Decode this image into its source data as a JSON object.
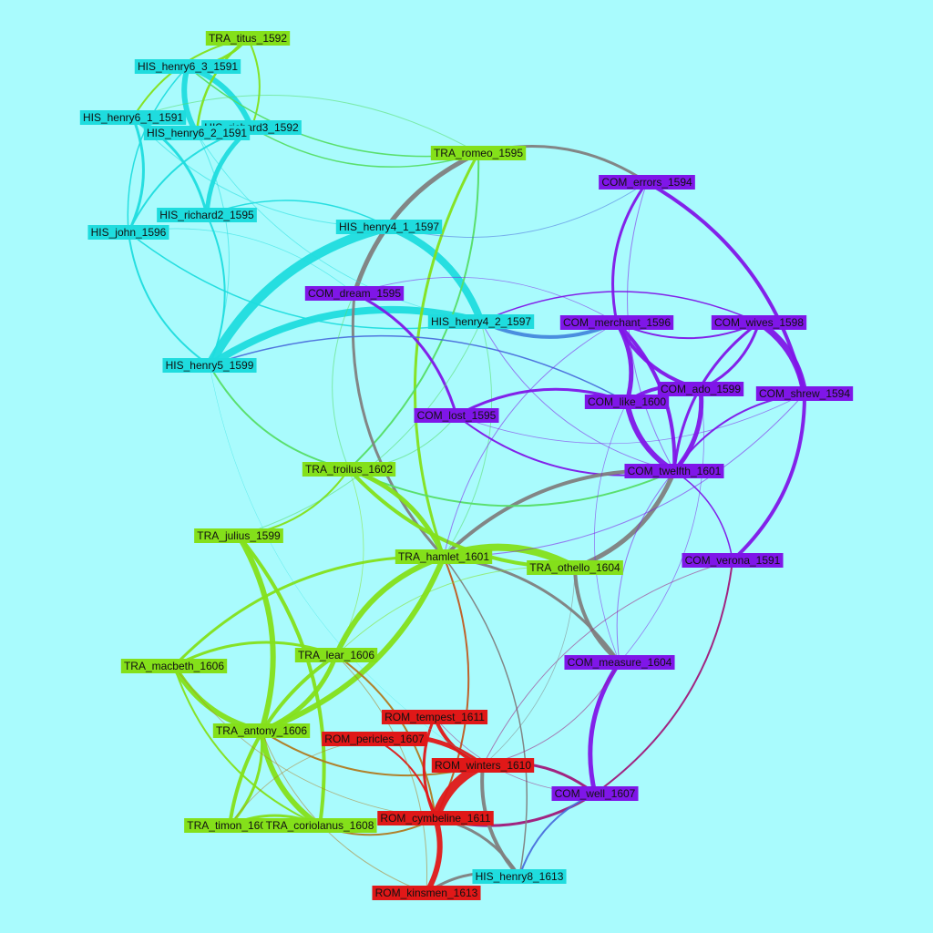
{
  "colors": {
    "background": "#a9fbfd",
    "HIS": "#1fdcde",
    "TRA": "#84e01a",
    "COM": "#7f16e8",
    "ROM": "#e01818",
    "gray": "#808080"
  },
  "nodes": [
    {
      "id": "TRA_titus_1592",
      "label": "TRA_titus_1592",
      "group": "TRA"
    },
    {
      "id": "HIS_henry6_3_1591",
      "label": "HIS_henry6_3_1591",
      "group": "HIS"
    },
    {
      "id": "HIS_henry6_1_1591",
      "label": "HIS_henry6_1_1591",
      "group": "HIS"
    },
    {
      "id": "HIS_richard3_1592",
      "label": "HIS_richard3_1592",
      "group": "HIS"
    },
    {
      "id": "HIS_henry6_2_1591",
      "label": "HIS_henry6_2_1591",
      "group": "HIS"
    },
    {
      "id": "TRA_romeo_1595",
      "label": "TRA_romeo_1595",
      "group": "TRA"
    },
    {
      "id": "COM_errors_1594",
      "label": "COM_errors_1594",
      "group": "COM"
    },
    {
      "id": "HIS_richard2_1595",
      "label": "HIS_richard2_1595",
      "group": "HIS"
    },
    {
      "id": "HIS_john_1596",
      "label": "HIS_john_1596",
      "group": "HIS"
    },
    {
      "id": "HIS_henry4_1_1597",
      "label": "HIS_henry4_1_1597",
      "group": "HIS"
    },
    {
      "id": "COM_dream_1595",
      "label": "COM_dream_1595",
      "group": "COM"
    },
    {
      "id": "HIS_henry4_2_1597",
      "label": "HIS_henry4_2_1597",
      "group": "HIS"
    },
    {
      "id": "COM_merchant_1596",
      "label": "COM_merchant_1596",
      "group": "COM"
    },
    {
      "id": "COM_wives_1598",
      "label": "COM_wives_1598",
      "group": "COM"
    },
    {
      "id": "HIS_henry5_1599",
      "label": "HIS_henry5_1599",
      "group": "HIS"
    },
    {
      "id": "COM_ado_1599",
      "label": "COM_ado_1599",
      "group": "COM"
    },
    {
      "id": "COM_shrew_1594",
      "label": "COM_shrew_1594",
      "group": "COM"
    },
    {
      "id": "COM_like_1600",
      "label": "COM_like_1600",
      "group": "COM"
    },
    {
      "id": "COM_lost_1595",
      "label": "COM_lost_1595",
      "group": "COM"
    },
    {
      "id": "COM_twelfth_1601",
      "label": "COM_twelfth_1601",
      "group": "COM"
    },
    {
      "id": "TRA_troilus_1602",
      "label": "TRA_troilus_1602",
      "group": "TRA"
    },
    {
      "id": "TRA_julius_1599",
      "label": "TRA_julius_1599",
      "group": "TRA"
    },
    {
      "id": "TRA_hamlet_1601",
      "label": "TRA_hamlet_1601",
      "group": "TRA"
    },
    {
      "id": "TRA_othello_1604",
      "label": "TRA_othello_1604",
      "group": "TRA"
    },
    {
      "id": "COM_verona_1591",
      "label": "COM_verona_1591",
      "group": "COM"
    },
    {
      "id": "TRA_lear_1606",
      "label": "TRA_lear_1606",
      "group": "TRA"
    },
    {
      "id": "COM_measure_1604",
      "label": "COM_measure_1604",
      "group": "COM"
    },
    {
      "id": "TRA_macbeth_1606",
      "label": "TRA_macbeth_1606",
      "group": "TRA"
    },
    {
      "id": "ROM_tempest_1611",
      "label": "ROM_tempest_1611",
      "group": "ROM"
    },
    {
      "id": "TRA_antony_1606",
      "label": "TRA_antony_1606",
      "group": "TRA"
    },
    {
      "id": "ROM_pericles_1607",
      "label": "ROM_pericles_1607",
      "group": "ROM"
    },
    {
      "id": "ROM_winters_1610",
      "label": "ROM_winters_1610",
      "group": "ROM"
    },
    {
      "id": "COM_well_1607",
      "label": "COM_well_1607",
      "group": "COM"
    },
    {
      "id": "ROM_cymbeline_1611",
      "label": "ROM_cymbeline_1611",
      "group": "ROM"
    },
    {
      "id": "TRA_timon_1606",
      "label": "TRA_timon_1606",
      "group": "TRA"
    },
    {
      "id": "TRA_coriolanus_1608",
      "label": "TRA_coriolanus_1608",
      "group": "TRA"
    },
    {
      "id": "HIS_henry8_1613",
      "label": "HIS_henry8_1613",
      "group": "HIS"
    },
    {
      "id": "ROM_kinsmen_1613",
      "label": "ROM_kinsmen_1613",
      "group": "ROM"
    }
  ],
  "edges": [
    {
      "source": "HIS_henry4_1_1597",
      "target": "HIS_henry5_1599",
      "weight": 10,
      "color": "#1fdcde"
    },
    {
      "source": "HIS_henry4_1_1597",
      "target": "HIS_henry4_2_1597",
      "weight": 8,
      "color": "#1fdcde"
    },
    {
      "source": "HIS_henry4_2_1597",
      "target": "HIS_henry5_1599",
      "weight": 8,
      "color": "#1fdcde"
    },
    {
      "source": "HIS_henry6_3_1591",
      "target": "HIS_richard3_1592",
      "weight": 6,
      "color": "#1fdcde"
    },
    {
      "source": "HIS_henry6_1_1591",
      "target": "HIS_henry6_2_1591",
      "weight": 6,
      "color": "#1fdcde"
    },
    {
      "source": "HIS_henry6_2_1591",
      "target": "HIS_henry6_3_1591",
      "weight": 6,
      "color": "#1fdcde"
    },
    {
      "source": "HIS_richard3_1592",
      "target": "HIS_richard2_1595",
      "weight": 5,
      "color": "#1fdcde"
    },
    {
      "source": "HIS_henry6_1_1591",
      "target": "HIS_richard2_1595",
      "weight": 3,
      "color": "#1fdcde"
    },
    {
      "source": "HIS_john_1596",
      "target": "HIS_henry6_1_1591",
      "weight": 3,
      "color": "#1fdcde"
    },
    {
      "source": "HIS_john_1596",
      "target": "HIS_richard3_1592",
      "weight": 2,
      "color": "#1fdcde"
    },
    {
      "source": "HIS_john_1596",
      "target": "HIS_henry5_1599",
      "weight": 2,
      "color": "#1fdcde"
    },
    {
      "source": "HIS_richard2_1595",
      "target": "HIS_henry5_1599",
      "weight": 2,
      "color": "#1fdcde"
    },
    {
      "source": "HIS_john_1596",
      "target": "HIS_henry4_2_1597",
      "weight": 1.5,
      "color": "#1fdcde"
    },
    {
      "source": "HIS_richard2_1595",
      "target": "HIS_henry4_1_1597",
      "weight": 1.5,
      "color": "#1fdcde"
    },
    {
      "source": "HIS_henry6_1_1591",
      "target": "HIS_henry4_1_1597",
      "weight": 1,
      "color": "#1fdcde"
    },
    {
      "source": "HIS_henry6_2_1591",
      "target": "HIS_henry5_1599",
      "weight": 1,
      "color": "#1fdcde"
    },
    {
      "source": "HIS_henry6_3_1591",
      "target": "HIS_john_1596",
      "weight": 1.5,
      "color": "#1fdcde"
    },
    {
      "source": "TRA_titus_1592",
      "target": "HIS_henry6_3_1591",
      "weight": 3,
      "color": "#84e01a"
    },
    {
      "source": "TRA_titus_1592",
      "target": "HIS_henry6_2_1591",
      "weight": 2.5,
      "color": "#84e01a"
    },
    {
      "source": "TRA_titus_1592",
      "target": "HIS_richard3_1592",
      "weight": 2,
      "color": "#84e01a"
    },
    {
      "source": "TRA_titus_1592",
      "target": "HIS_henry6_1_1591",
      "weight": 2,
      "color": "#84e01a"
    },
    {
      "source": "TRA_romeo_1595",
      "target": "HIS_henry6_3_1591",
      "weight": 1.5,
      "color": "#55dd66"
    },
    {
      "source": "TRA_romeo_1595",
      "target": "COM_dream_1595",
      "weight": 5,
      "color": "#808080"
    },
    {
      "source": "TRA_romeo_1595",
      "target": "COM_errors_1594",
      "weight": 3,
      "color": "#808080"
    },
    {
      "source": "TRA_romeo_1595",
      "target": "TRA_hamlet_1601",
      "weight": 3,
      "color": "#84e01a"
    },
    {
      "source": "TRA_romeo_1595",
      "target": "TRA_troilus_1602",
      "weight": 2,
      "color": "#55dd66"
    },
    {
      "source": "COM_dream_1595",
      "target": "TRA_hamlet_1601",
      "weight": 3,
      "color": "#808080"
    },
    {
      "source": "COM_dream_1595",
      "target": "COM_lost_1595",
      "weight": 3,
      "color": "#7f16e8"
    },
    {
      "source": "HIS_henry4_2_1597",
      "target": "COM_merchant_1596",
      "weight": 4,
      "color": "#4488dd"
    },
    {
      "source": "HIS_henry5_1599",
      "target": "COM_like_1600",
      "weight": 1.5,
      "color": "#4a6fdc"
    },
    {
      "source": "HIS_henry5_1599",
      "target": "TRA_troilus_1602",
      "weight": 2,
      "color": "#55dd66"
    },
    {
      "source": "HIS_henry4_2_1597",
      "target": "COM_wives_1598",
      "weight": 1.5,
      "color": "#7f16e8"
    },
    {
      "source": "HIS_henry4_2_1597",
      "target": "COM_twelfth_1601",
      "weight": 1,
      "color": "#7f16e8"
    },
    {
      "source": "HIS_henry4_2_1597",
      "target": "TRA_hamlet_1601",
      "weight": 1,
      "color": "#55dd66"
    },
    {
      "source": "COM_errors_1594",
      "target": "COM_merchant_1596",
      "weight": 3,
      "color": "#7f16e8"
    },
    {
      "source": "COM_errors_1594",
      "target": "COM_shrew_1594",
      "weight": 4,
      "color": "#7f16e8"
    },
    {
      "source": "COM_errors_1594",
      "target": "COM_twelfth_1601",
      "weight": 1,
      "color": "#7f16e8"
    },
    {
      "source": "COM_merchant_1596",
      "target": "COM_like_1600",
      "weight": 5,
      "color": "#7f16e8"
    },
    {
      "source": "COM_merchant_1596",
      "target": "COM_ado_1599",
      "weight": 4,
      "color": "#7f16e8"
    },
    {
      "source": "COM_merchant_1596",
      "target": "COM_twelfth_1601",
      "weight": 4,
      "color": "#7f16e8"
    },
    {
      "source": "COM_merchant_1596",
      "target": "COM_wives_1598",
      "weight": 2,
      "color": "#7f16e8"
    },
    {
      "source": "COM_wives_1598",
      "target": "COM_shrew_1594",
      "weight": 7,
      "color": "#7f16e8"
    },
    {
      "source": "COM_wives_1598",
      "target": "COM_twelfth_1601",
      "weight": 3,
      "color": "#7f16e8"
    },
    {
      "source": "COM_wives_1598",
      "target": "COM_ado_1599",
      "weight": 3,
      "color": "#7f16e8"
    },
    {
      "source": "COM_like_1600",
      "target": "COM_twelfth_1601",
      "weight": 6,
      "color": "#7f16e8"
    },
    {
      "source": "COM_ado_1599",
      "target": "COM_twelfth_1601",
      "weight": 5,
      "color": "#7f16e8"
    },
    {
      "source": "COM_ado_1599",
      "target": "COM_like_1600",
      "weight": 4,
      "color": "#7f16e8"
    },
    {
      "source": "COM_shrew_1594",
      "target": "COM_verona_1591",
      "weight": 4,
      "color": "#7f16e8"
    },
    {
      "source": "COM_shrew_1594",
      "target": "COM_twelfth_1601",
      "weight": 2,
      "color": "#7f16e8"
    },
    {
      "source": "COM_lost_1595",
      "target": "COM_like_1600",
      "weight": 3,
      "color": "#7f16e8"
    },
    {
      "source": "COM_lost_1595",
      "target": "COM_twelfth_1601",
      "weight": 2,
      "color": "#7f16e8"
    },
    {
      "source": "COM_twelfth_1601",
      "target": "COM_verona_1591",
      "weight": 1.5,
      "color": "#7f16e8"
    },
    {
      "source": "COM_twelfth_1601",
      "target": "TRA_hamlet_1601",
      "weight": 4,
      "color": "#808080"
    },
    {
      "source": "COM_twelfth_1601",
      "target": "TRA_othello_1604",
      "weight": 5,
      "color": "#808080"
    },
    {
      "source": "COM_twelfth_1601",
      "target": "COM_measure_1604",
      "weight": 1,
      "color": "#7f16e8"
    },
    {
      "source": "COM_twelfth_1601",
      "target": "TRA_troilus_1602",
      "weight": 2,
      "color": "#55dd66"
    },
    {
      "source": "TRA_othello_1604",
      "target": "COM_measure_1604",
      "weight": 4,
      "color": "#808080"
    },
    {
      "source": "TRA_hamlet_1601",
      "target": "COM_measure_1604",
      "weight": 3,
      "color": "#808080"
    },
    {
      "source": "COM_measure_1604",
      "target": "COM_well_1607",
      "weight": 5,
      "color": "#7f16e8"
    },
    {
      "source": "COM_verona_1591",
      "target": "COM_well_1607",
      "weight": 2,
      "color": "#a0187a"
    },
    {
      "source": "COM_well_1607",
      "target": "ROM_winters_1610",
      "weight": 3,
      "color": "#a0187a"
    },
    {
      "source": "COM_well_1607",
      "target": "ROM_cymbeline_1611",
      "weight": 3,
      "color": "#a0187a"
    },
    {
      "source": "COM_well_1607",
      "target": "HIS_henry8_1613",
      "weight": 2,
      "color": "#4a6fdc"
    },
    {
      "source": "TRA_troilus_1602",
      "target": "TRA_hamlet_1601",
      "weight": 5,
      "color": "#84e01a"
    },
    {
      "source": "TRA_troilus_1602",
      "target": "TRA_othello_1604",
      "weight": 4,
      "color": "#84e01a"
    },
    {
      "source": "TRA_hamlet_1601",
      "target": "TRA_othello_1604",
      "weight": 8,
      "color": "#84e01a"
    },
    {
      "source": "TRA_hamlet_1601",
      "target": "TRA_lear_1606",
      "weight": 6,
      "color": "#84e01a"
    },
    {
      "source": "TRA_hamlet_1601",
      "target": "TRA_antony_1606",
      "weight": 6,
      "color": "#84e01a"
    },
    {
      "source": "TRA_hamlet_1601",
      "target": "TRA_macbeth_1606",
      "weight": 3,
      "color": "#84e01a"
    },
    {
      "source": "TRA_julius_1599",
      "target": "TRA_antony_1606",
      "weight": 6,
      "color": "#84e01a"
    },
    {
      "source": "TRA_julius_1599",
      "target": "TRA_troilus_1602",
      "weight": 2,
      "color": "#84e01a"
    },
    {
      "source": "TRA_julius_1599",
      "target": "TRA_coriolanus_1608",
      "weight": 4,
      "color": "#84e01a"
    },
    {
      "source": "TRA_macbeth_1606",
      "target": "TRA_antony_1606",
      "weight": 6,
      "color": "#84e01a"
    },
    {
      "source": "TRA_macbeth_1606",
      "target": "TRA_lear_1606",
      "weight": 3,
      "color": "#84e01a"
    },
    {
      "source": "TRA_macbeth_1606",
      "target": "TRA_coriolanus_1608",
      "weight": 2,
      "color": "#84e01a"
    },
    {
      "source": "TRA_lear_1606",
      "target": "TRA_antony_1606",
      "weight": 5,
      "color": "#84e01a"
    },
    {
      "source": "TRA_lear_1606",
      "target": "TRA_timon_1606",
      "weight": 4,
      "color": "#84e01a"
    },
    {
      "source": "TRA_lear_1606",
      "target": "ROM_cymbeline_1611",
      "weight": 2,
      "color": "#b07a20"
    },
    {
      "source": "TRA_antony_1606",
      "target": "TRA_coriolanus_1608",
      "weight": 6,
      "color": "#84e01a"
    },
    {
      "source": "TRA_antony_1606",
      "target": "TRA_timon_1606",
      "weight": 3,
      "color": "#84e01a"
    },
    {
      "source": "TRA_antony_1606",
      "target": "ROM_winters_1610",
      "weight": 2,
      "color": "#b07a20"
    },
    {
      "source": "TRA_timon_1606",
      "target": "TRA_coriolanus_1608",
      "weight": 3,
      "color": "#84e01a"
    },
    {
      "source": "TRA_coriolanus_1608",
      "target": "ROM_cymbeline_1611",
      "weight": 2,
      "color": "#b07a20"
    },
    {
      "source": "TRA_hamlet_1601",
      "target": "ROM_cymbeline_1611",
      "weight": 2,
      "color": "#c05a20"
    },
    {
      "source": "ROM_tempest_1611",
      "target": "ROM_winters_1610",
      "weight": 4,
      "color": "#e01818"
    },
    {
      "source": "ROM_pericles_1607",
      "target": "ROM_winters_1610",
      "weight": 5,
      "color": "#e01818"
    },
    {
      "source": "ROM_winters_1610",
      "target": "ROM_cymbeline_1611",
      "weight": 10,
      "color": "#e01818"
    },
    {
      "source": "ROM_cymbeline_1611",
      "target": "ROM_kinsmen_1613",
      "weight": 6,
      "color": "#e01818"
    },
    {
      "source": "ROM_tempest_1611",
      "target": "ROM_cymbeline_1611",
      "weight": 3,
      "color": "#e01818"
    },
    {
      "source": "ROM_pericles_1607",
      "target": "ROM_cymbeline_1611",
      "weight": 2,
      "color": "#e01818"
    },
    {
      "source": "ROM_winters_1610",
      "target": "HIS_henry8_1613",
      "weight": 4,
      "color": "#808080"
    },
    {
      "source": "ROM_cymbeline_1611",
      "target": "HIS_henry8_1613",
      "weight": 3,
      "color": "#808080"
    },
    {
      "source": "HIS_henry8_1613",
      "target": "ROM_kinsmen_1613",
      "weight": 3,
      "color": "#808080"
    },
    {
      "source": "TRA_hamlet_1601",
      "target": "HIS_henry8_1613",
      "weight": 1.5,
      "color": "#808080"
    },
    {
      "source": "COM_dream_1595",
      "target": "TRA_troilus_1602",
      "weight": 1,
      "color": "#55dd66"
    },
    {
      "source": "COM_errors_1594",
      "target": "HIS_henry4_1_1597",
      "weight": 1,
      "color": "#4a6fdc"
    },
    {
      "source": "HIS_richard3_1592",
      "target": "TRA_romeo_1595",
      "weight": 1.5,
      "color": "#55dd66"
    },
    {
      "source": "HIS_henry6_1_1591",
      "target": "TRA_romeo_1595",
      "weight": 1,
      "color": "#55dd66"
    },
    {
      "source": "TRA_julius_1599",
      "target": "HIS_henry4_2_1597",
      "weight": 1,
      "color": "#55dd66"
    },
    {
      "source": "COM_lost_1595",
      "target": "TRA_troilus_1602",
      "weight": 1,
      "color": "#55dd66"
    },
    {
      "source": "COM_verona_1591",
      "target": "ROM_winters_1610",
      "weight": 1,
      "color": "#a0187a"
    },
    {
      "source": "COM_measure_1604",
      "target": "ROM_winters_1610",
      "weight": 1,
      "color": "#a0187a"
    },
    {
      "source": "COM_merchant_1596",
      "target": "TRA_hamlet_1601",
      "weight": 1,
      "color": "#7f16e8"
    },
    {
      "source": "COM_shrew_1594",
      "target": "TRA_hamlet_1601",
      "weight": 1,
      "color": "#7f16e8"
    },
    {
      "source": "HIS_henry5_1599",
      "target": "ROM_winters_1610",
      "weight": 0.5,
      "color": "#1fdcde"
    },
    {
      "source": "HIS_john_1596",
      "target": "COM_dream_1595",
      "weight": 0.8,
      "color": "#1fdcde"
    },
    {
      "source": "HIS_henry6_2_1591",
      "target": "HIS_henry4_2_1597",
      "weight": 0.8,
      "color": "#1fdcde"
    },
    {
      "source": "COM_dream_1595",
      "target": "COM_merchant_1596",
      "weight": 0.8,
      "color": "#7f16e8"
    },
    {
      "source": "COM_like_1600",
      "target": "COM_measure_1604",
      "weight": 0.8,
      "color": "#7f16e8"
    },
    {
      "source": "COM_ado_1599",
      "target": "COM_measure_1604",
      "weight": 0.8,
      "color": "#7f16e8"
    },
    {
      "source": "COM_lost_1595",
      "target": "COM_shrew_1594",
      "weight": 0.8,
      "color": "#7f16e8"
    },
    {
      "source": "TRA_troilus_1602",
      "target": "TRA_lear_1606",
      "weight": 0.8,
      "color": "#84e01a"
    },
    {
      "source": "TRA_othello_1604",
      "target": "TRA_lear_1606",
      "weight": 1,
      "color": "#84e01a"
    },
    {
      "source": "TRA_othello_1604",
      "target": "ROM_winters_1610",
      "weight": 0.8,
      "color": "#808080"
    },
    {
      "source": "TRA_macbeth_1606",
      "target": "ROM_cymbeline_1611",
      "weight": 0.8,
      "color": "#b07a20"
    },
    {
      "source": "TRA_timon_1606",
      "target": "ROM_pericles_1607",
      "weight": 0.8,
      "color": "#b07a20"
    },
    {
      "source": "TRA_antony_1606",
      "target": "ROM_kinsmen_1613",
      "weight": 1,
      "color": "#b07a20"
    },
    {
      "source": "TRA_lear_1606",
      "target": "ROM_kinsmen_1613",
      "weight": 1,
      "color": "#b07a20"
    },
    {
      "source": "ROM_tempest_1611",
      "target": "COM_well_1607",
      "weight": 0.8,
      "color": "#a0187a"
    }
  ]
}
